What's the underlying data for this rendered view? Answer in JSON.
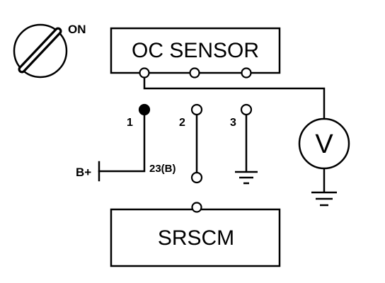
{
  "switch_label": "ON",
  "oc_sensor_label": "OC SENSOR",
  "srscm_label": "SRSCM",
  "meter_label": "V",
  "pin_labels": [
    "1",
    "2",
    "3"
  ],
  "connector_label": "23(B)",
  "battery_label": "B+"
}
